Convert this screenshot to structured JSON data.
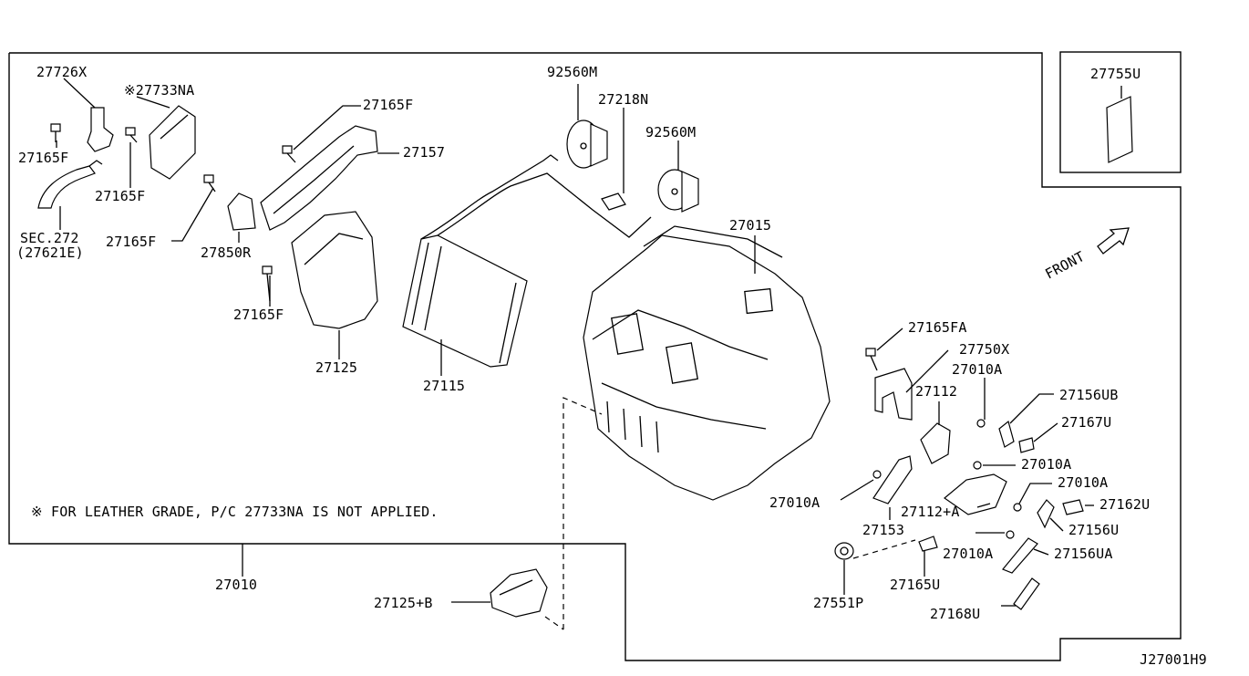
{
  "diagram": {
    "code": "J27001H9",
    "direction_label": "FRONT",
    "note": "※ FOR LEATHER GRADE, P/C 27733NA IS NOT APPLIED.",
    "callouts": {
      "c27726x": "27726X",
      "c27733na": "※27733NA",
      "c27165f_a": "27165F",
      "c27165f_b": "27165F",
      "c27165f_c": "27165F",
      "c27165f_d": "27165F",
      "c27165f_e": "27165F",
      "sec272": "SEC.272",
      "sec272_ref": "(27621E)",
      "c27850r": "27850R",
      "c27157": "27157",
      "c27125": "27125",
      "c92560m_a": "92560M",
      "c27218n": "27218N",
      "c92560m_b": "92560M",
      "c27015": "27015",
      "c27115": "27115",
      "c27755u": "27755U",
      "c27165fa": "27165FA",
      "c27750x": "27750X",
      "c27010a_a": "27010A",
      "c27112": "27112",
      "c27156ub": "27156UB",
      "c27167u": "27167U",
      "c27010a_b": "27010A",
      "c27010a_c": "27010A",
      "c27010a_d": "27010A",
      "c27010a_e": "27010A",
      "c27112a": "27112+A",
      "c27162u": "27162U",
      "c27153": "27153",
      "c27156u": "27156U",
      "c27156ua": "27156UA",
      "c27010": "27010",
      "c27125b": "27125+B",
      "c27551p": "27551P",
      "c27165u": "27165U",
      "c27168u": "27168U"
    }
  }
}
